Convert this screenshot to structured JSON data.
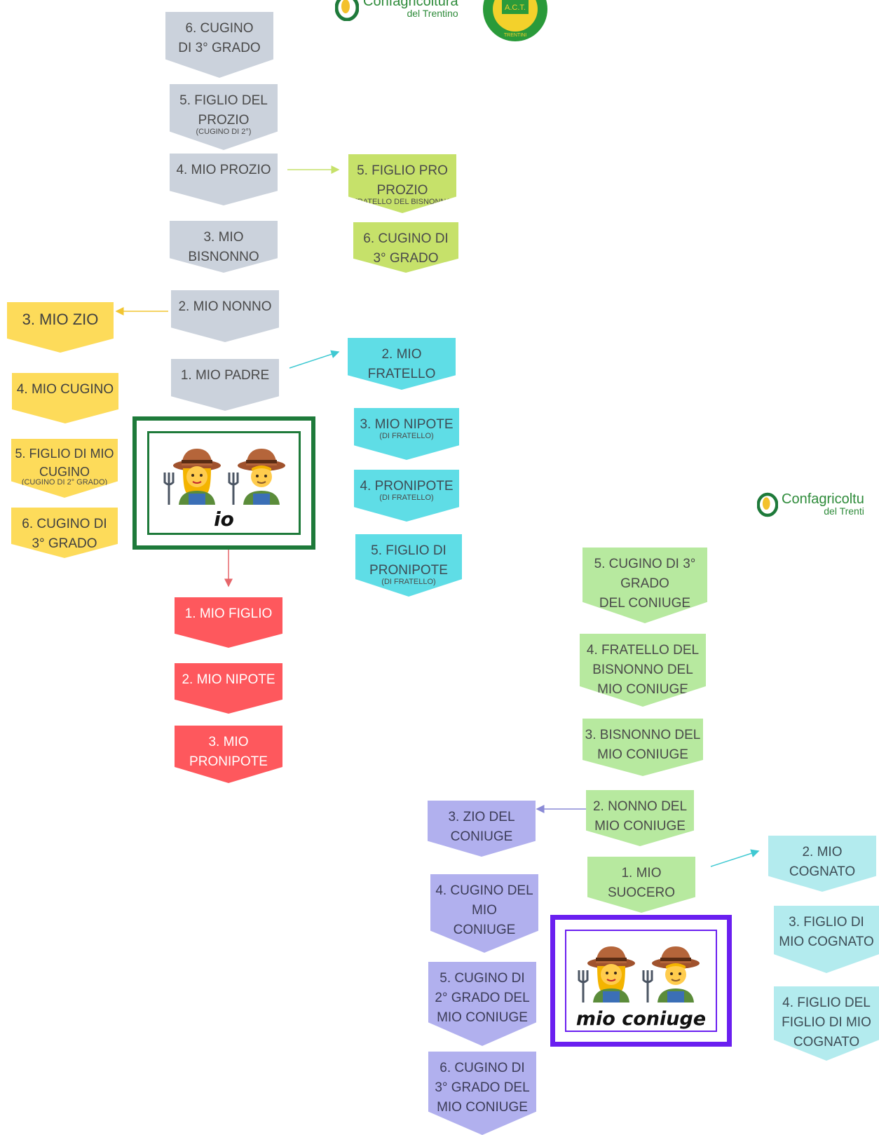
{
  "logos": {
    "top_org": {
      "line1": "Confagricoltura",
      "line2": "del Trentino"
    },
    "top_seal": {
      "text": "A.C.T.",
      "ring_text": "TRENTINI"
    },
    "right_org": {
      "line1": "Confagricoltu",
      "line2": "del Trenti"
    }
  },
  "colors": {
    "gray": "#cbd2dc",
    "lime": "#c6e16a",
    "yellow": "#fddb5a",
    "cyan": "#5fdde6",
    "red": "#fe585d",
    "mint": "#b7e99f",
    "lavender": "#b1b0ee",
    "pale_teal": "#b3ebee",
    "self_frame": "#1e7a3a",
    "spouse_frame": "#6a1ff0"
  },
  "my_tree": {
    "ancestors": [
      {
        "label": "6. CUGINO\nDI 3° GRADO"
      },
      {
        "label": "5. FIGLIO DEL\nPROZIO",
        "sub": "(CUGINO DI 2°)"
      },
      {
        "label": "4. MIO PROZIO"
      },
      {
        "label": "3. MIO\nBISNONNO"
      },
      {
        "label": "2. MIO NONNO"
      },
      {
        "label": "1. MIO PADRE"
      }
    ],
    "great_uncle_line": [
      {
        "label": "5. FIGLIO PRO\nPROZIO",
        "sub": "(FRATELLO DEL BISNONNO)"
      },
      {
        "label": "6. CUGINO DI\n3° GRADO"
      }
    ],
    "uncle_line": [
      {
        "label": "3. MIO ZIO"
      },
      {
        "label": "4. MIO CUGINO"
      },
      {
        "label": "5. FIGLIO DI MIO\nCUGINO",
        "sub": "(CUGINO DI 2° GRADO)"
      },
      {
        "label": "6. CUGINO DI\n3° GRADO"
      }
    ],
    "sibling_line": [
      {
        "label": "2. MIO\nFRATELLO"
      },
      {
        "label": "3. MIO NIPOTE",
        "sub": "(DI FRATELLO)"
      },
      {
        "label": "4. PRONIPOTE",
        "sub": "(DI FRATELLO)"
      },
      {
        "label": "5. FIGLIO DI\nPRONIPOTE",
        "sub": "(DI FRATELLO)"
      }
    ],
    "descendants": [
      {
        "label": "1. MIO FIGLIO"
      },
      {
        "label": "2. MIO NIPOTE"
      },
      {
        "label": "3. MIO\nPRONIPOTE"
      }
    ],
    "self_label": "io"
  },
  "spouse_tree": {
    "ancestors": [
      {
        "label": "5. CUGINO DI 3°\nGRADO\nDEL CONIUGE"
      },
      {
        "label": "4. FRATELLO DEL\nBISNONNO DEL\nMIO CONIUGE"
      },
      {
        "label": "3. BISNONNO DEL\nMIO CONIUGE"
      },
      {
        "label": "2. NONNO DEL\nMIO CONIUGE"
      },
      {
        "label": "1. MIO\nSUOCERO"
      }
    ],
    "uncle_line": [
      {
        "label": "3.  ZIO DEL\nCONIUGE"
      },
      {
        "label": "4.  CUGINO DEL\nMIO\nCONIUGE"
      },
      {
        "label": "5. CUGINO DI\n2° GRADO DEL\nMIO CONIUGE"
      },
      {
        "label": "6. CUGINO DI\n3° GRADO DEL\nMIO CONIUGE"
      }
    ],
    "in_law_line": [
      {
        "label": "2. MIO\nCOGNATO"
      },
      {
        "label": "3. FIGLIO DI\nMIO COGNATO"
      },
      {
        "label": "4. FIGLIO DEL\nFIGLIO DI MIO\nCOGNATO"
      }
    ],
    "spouse_label": "mio coniuge"
  }
}
